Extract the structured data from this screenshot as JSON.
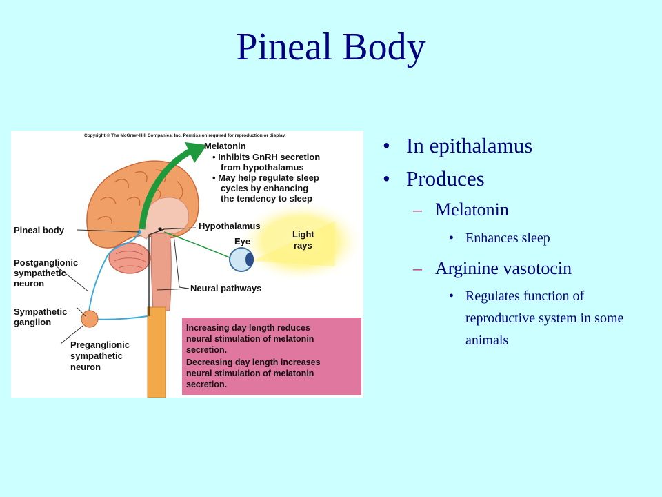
{
  "slide": {
    "title": "Pineal Body"
  },
  "bullets": {
    "b1": "In epithalamus",
    "b2": "Produces",
    "b2_1": "Melatonin",
    "b2_1_1": "Enhances sleep",
    "b2_2": "Arginine vasotocin",
    "b2_2_1": "Regulates function of reproductive system in some animals",
    "glyph_level1": "•",
    "glyph_level2": "–",
    "glyph_level3": "•"
  },
  "figure": {
    "copyright": "Copyright © The McGraw-Hill Companies, Inc. Permission required for reproduction or display.",
    "melatonin_title": "Melatonin",
    "melatonin_line1": "• Inhibits GnRH secretion",
    "melatonin_line2": "from hypothalamus",
    "melatonin_line3": "• May help regulate sleep",
    "melatonin_line4": "cycles by enhancing",
    "melatonin_line5": "the tendency to sleep",
    "pineal_body": "Pineal body",
    "hypothalamus": "Hypothalamus",
    "eye": "Eye",
    "light_line1": "Light",
    "light_line2": "rays",
    "postgang_line1": "Postganglionic",
    "postgang_line2": "sympathetic",
    "postgang_line3": "neuron",
    "neural_pathways": "Neural pathways",
    "symgang_line1": "Sympathetic",
    "symgang_line2": "ganglion",
    "pregang_line1": "Preganglionic",
    "pregang_line2": "sympathetic",
    "pregang_line3": "neuron",
    "box_line1": "Increasing day length reduces",
    "box_line2": "neural stimulation of melatonin",
    "box_line3": "secretion.",
    "box_line4": "Decreasing day length increases",
    "box_line5": "neural stimulation of melatonin",
    "box_line6": "secretion."
  },
  "colors": {
    "background": "#ccffff",
    "title": "#000080",
    "dash": "#cc3366",
    "info_box": "#e0779e",
    "arrow": "#1e9a3c",
    "nerve": "#39a9db",
    "brain": "#f0a066"
  }
}
